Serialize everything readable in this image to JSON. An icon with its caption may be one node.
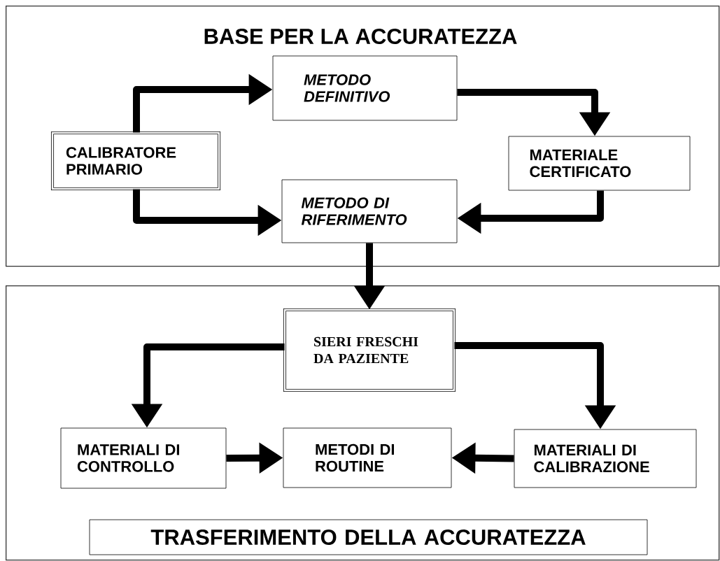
{
  "diagram": {
    "nodes": [
      {
        "text": [
          "BASE PER LA ACCURATEZZA"
        ]
      },
      {
        "text": [
          "METODO DEFINITIVO"
        ],
        "in": 0
      },
      {
        "text": [
          "CALIBRATORE PRIMARIO"
        ],
        "in": 0
      },
      {
        "text": [
          "MATERIALE CERTIFICATO"
        ],
        "in": 0
      },
      {
        "text": [
          "METODO DI RIFERIMENTO"
        ],
        "in": 0
      },
      {
        "text": [],
        "shape": "box"
      },
      {
        "text": [
          "SIERI FRESCHI DA PAZIENTE"
        ],
        "in": 5
      },
      {
        "text": [
          "MATERIALI DI CONTROLLO"
        ],
        "in": 5
      },
      {
        "text": [
          "METODI DI ROUTINE"
        ],
        "in": 5
      },
      {
        "text": [
          "MATERIALI DI CALIBRAZIONE"
        ],
        "in": 5
      },
      {
        "text": [
          "TRASFERIMENTO DELLA ACCURATEZZA"
        ],
        "in": 5
      }
    ],
    "edges": [
      {
        "from": 2,
        "to": 1,
        "arrow": "to"
      },
      {
        "from": 1,
        "to": 3,
        "arrow": "to"
      },
      {
        "from": 2,
        "to": 4,
        "arrow": "to"
      },
      {
        "from": 3,
        "to": 4,
        "arrow": "to"
      },
      {
        "from": 4,
        "to": 6,
        "arrow": "to"
      },
      {
        "from": 6,
        "to": 7,
        "arrow": "to"
      },
      {
        "from": 6,
        "to": 9,
        "arrow": "to"
      },
      {
        "from": 7,
        "to": 8,
        "arrow": "to"
      },
      {
        "from": 9,
        "to": 8,
        "arrow": "to"
      }
    ]
  }
}
